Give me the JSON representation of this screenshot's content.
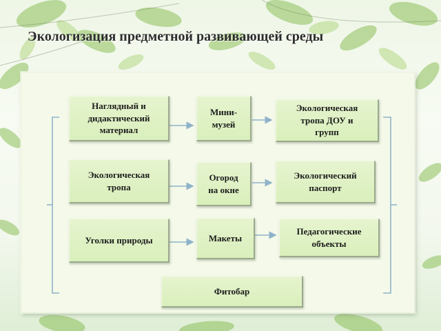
{
  "title": "Экологизация предметной развивающей среды",
  "boxes": {
    "visual_material": "Наглядный и\nдидактический\nматериал",
    "mini_museum": "Мини-\nмузей",
    "eco_trail_dou": "Экологическая\nтропа ДОУ и\nгрупп",
    "eco_trail": "Экологическая\nтропа",
    "window_garden": "Огород\nна окне",
    "eco_passport": "Экологический\nпаспорт",
    "nature_corners": "Уголки природы",
    "models": "Макеты",
    "ped_objects": "Педагогические\nобъекты",
    "phytobar": "Фитобар"
  },
  "colors": {
    "box_fill": "#dcefc0",
    "connector": "#8fb3c9",
    "panel": "#f4f9e9"
  }
}
